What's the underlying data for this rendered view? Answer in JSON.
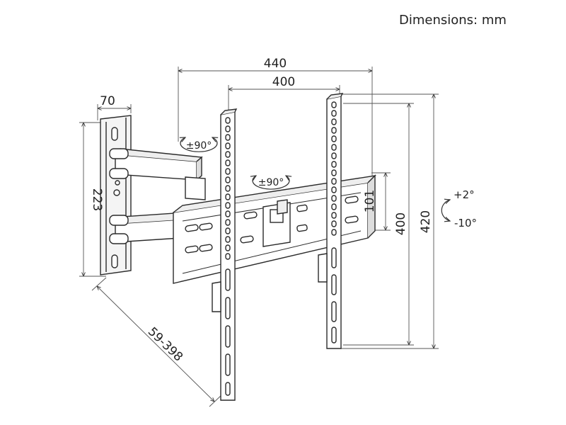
{
  "header": {
    "units_label": "Dimensions: mm"
  },
  "dimensions": {
    "arm_width": "70",
    "wall_plate_height": "223",
    "wall_distance": "59-398",
    "overall_width": "440",
    "vesa_horizontal": "400",
    "bracket_height_small": "101",
    "vesa_vertical": "400",
    "overall_height": "420"
  },
  "rotations": {
    "swivel": "±90°",
    "rotation": "±90°",
    "tilt_up": "+2°",
    "tilt_down": "-10°"
  },
  "colors": {
    "line": "#2b2b2b",
    "fill_light": "#ffffff",
    "fill_shade": "#e8e8e8"
  }
}
